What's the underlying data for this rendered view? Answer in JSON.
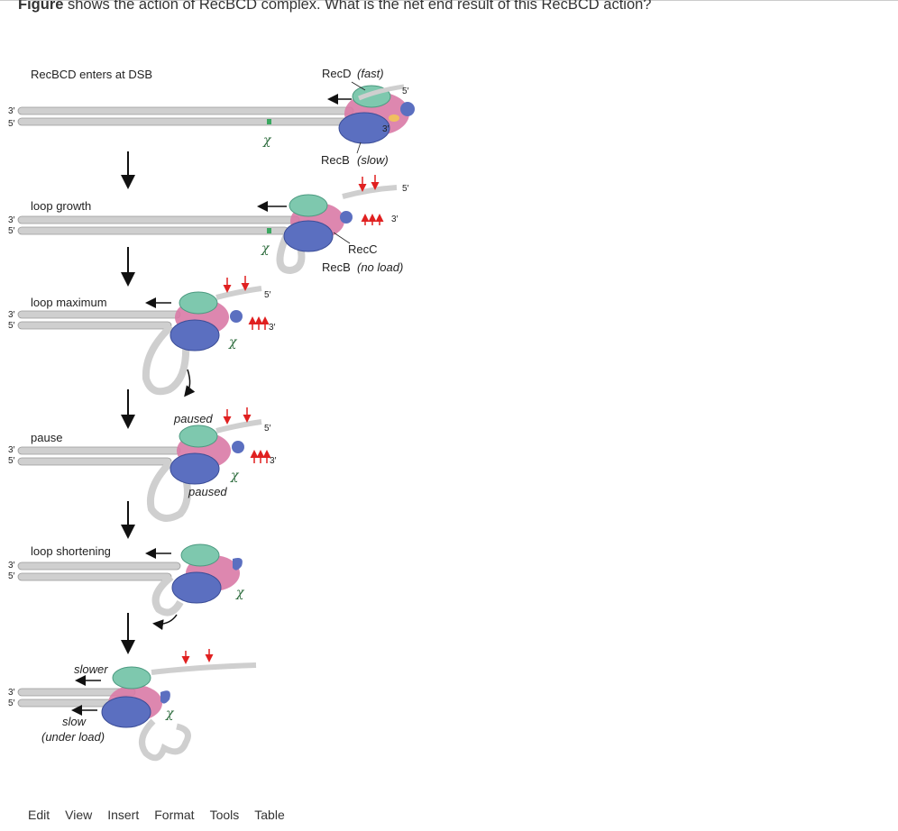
{
  "question": {
    "bold": "Figure",
    "rest": " shows the action of RecBCD complex. What is the net end result of this RecBCD action?"
  },
  "figure": {
    "stages": {
      "s1": "RecBCD enters at DSB",
      "s2": "loop growth",
      "s3": "loop maximum",
      "s4": "pause",
      "s5": "loop shortening"
    },
    "labels": {
      "recd": "RecD",
      "recd_fast": "(fast)",
      "recb": "RecB",
      "recb_slow": "(slow)",
      "recc": "RecC",
      "recb2": "RecB",
      "recb_noload": "(no load)",
      "paused": "paused",
      "slower": "slower",
      "slow": "slow",
      "under_load": "(under load)"
    },
    "ends": {
      "three": "3′",
      "five": "5′"
    },
    "chi": "χ"
  },
  "menu": [
    "Edit",
    "View",
    "Insert",
    "Format",
    "Tools",
    "Table"
  ],
  "colors": {
    "recd": "#7ec8ae",
    "recb": "#5b6fc0",
    "recc": "#d97aa6",
    "dna": "#c8c8c8",
    "chi": "#3aa860",
    "arrow_red": "#e02020"
  }
}
